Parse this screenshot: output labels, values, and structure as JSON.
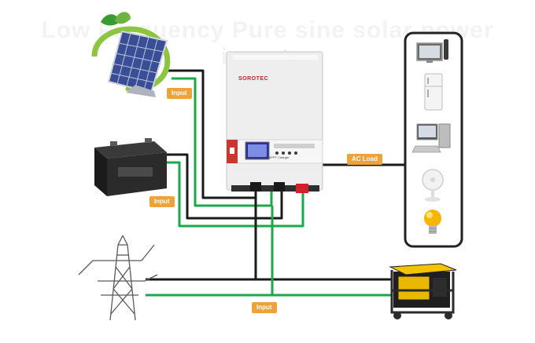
{
  "watermark": "Low Frequency Pure sine solar power inverter",
  "labels": {
    "solar_input": "Input",
    "battery_input": "Input",
    "ac_load": "AC Load",
    "grid_input": "Input"
  },
  "inverter": {
    "brand": "SOROTEC",
    "model_text": "Solar Inverter & MPPT Charger"
  },
  "colors": {
    "black_wire": "#1a1a1a",
    "green_wire": "#1aa84a",
    "tag": "#f0a23a",
    "inverter_body": "#eeeeee",
    "brand_red": "#d2202a"
  },
  "icons": [
    "solar-panel-icon",
    "battery-icon",
    "power-pylon-icon",
    "generator-icon",
    "tv-icon",
    "fridge-icon",
    "computer-icon",
    "fan-icon",
    "light-bulb-icon"
  ]
}
